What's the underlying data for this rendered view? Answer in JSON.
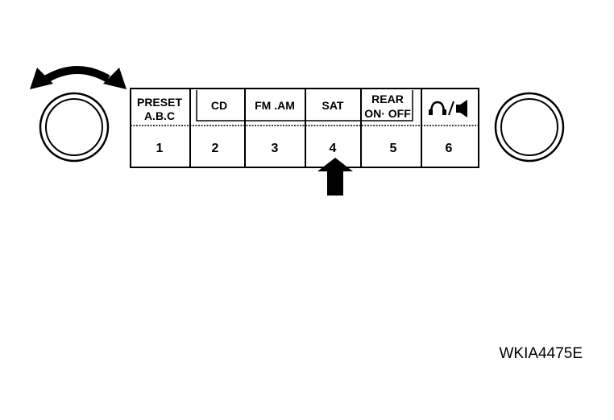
{
  "colors": {
    "ink": "#000000",
    "paper": "#ffffff"
  },
  "panel": {
    "buttons": [
      {
        "top_lines": [
          "PRESET",
          "A.B.C"
        ],
        "number": "1"
      },
      {
        "top_lines": [
          "CD"
        ],
        "number": "2"
      },
      {
        "top_lines": [
          "FM .AM"
        ],
        "number": "3"
      },
      {
        "top_lines": [
          "SAT"
        ],
        "number": "4"
      },
      {
        "top_lines": [
          "REAR",
          "ON· OFF"
        ],
        "number": "5"
      },
      {
        "top_lines": [],
        "icon": "headphones-speaker-icon",
        "number": "6"
      }
    ],
    "highlighted_button_number": "4"
  },
  "indicators": {
    "left_knob_arrow": "double-headed-curved-arrow-icon",
    "push_arrow": "up-arrow-icon"
  },
  "figure_id": "WKIA4475E"
}
